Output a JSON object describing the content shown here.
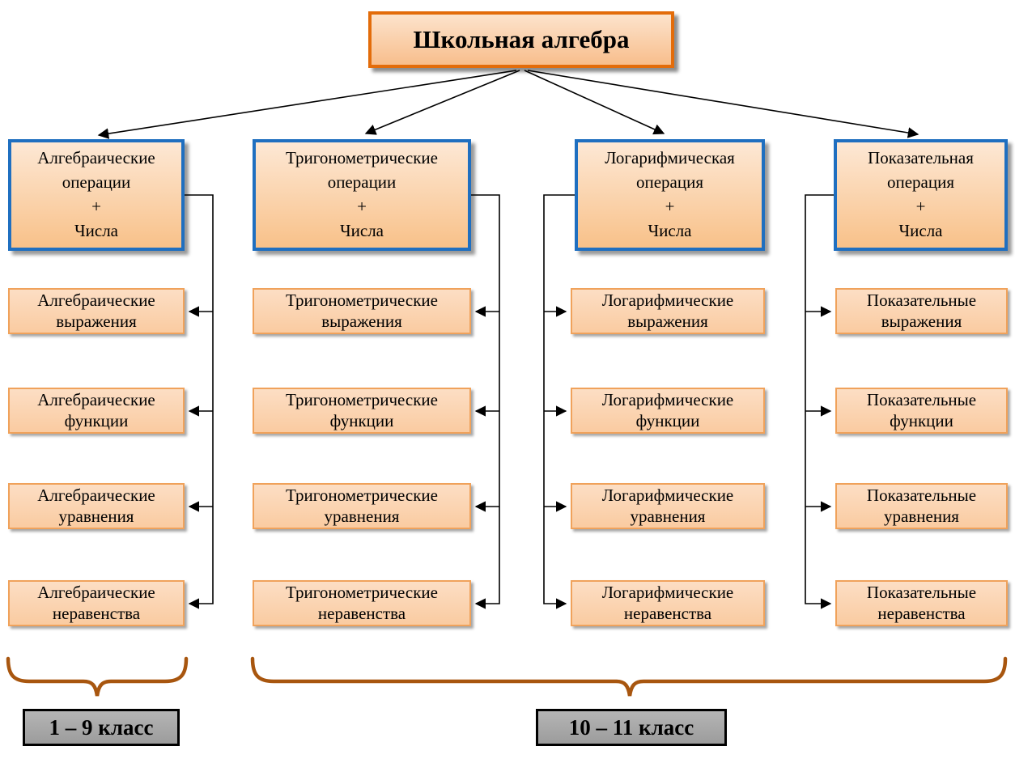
{
  "title": "Школьная алгебра",
  "columns": [
    {
      "id": "algebraic",
      "header_lines": [
        "Алгебраические",
        "операции",
        "+",
        "Числа"
      ],
      "items": [
        "Алгебраические выражения",
        "Алгебраические функции",
        "Алгебраические уравнения",
        "Алгебраические неравенства"
      ]
    },
    {
      "id": "trigonometric",
      "header_lines": [
        "Тригонометрические",
        "операции",
        "+",
        "Числа"
      ],
      "items": [
        "Тригонометрические выражения",
        "Тригонометрические функции",
        "Тригонометрические уравнения",
        "Тригонометрические неравенства"
      ]
    },
    {
      "id": "logarithmic",
      "header_lines": [
        "Логарифмическая",
        "операция",
        "+",
        "Числа"
      ],
      "items": [
        "Логарифмические выражения",
        "Логарифмические функции",
        "Логарифмические уравнения",
        "Логарифмические неравенства"
      ]
    },
    {
      "id": "exponential",
      "header_lines": [
        "Показательная",
        "операция",
        "+",
        "Числа"
      ],
      "items": [
        "Показательные выражения",
        "Показательные функции",
        "Показательные уравнения",
        "Показательные неравенства"
      ]
    }
  ],
  "grade_labels": {
    "left": "1 – 9 класс",
    "right": "10 – 11 класс"
  },
  "colors": {
    "title-border": "#E36C0A",
    "header-border": "#1F6FC0",
    "box-border": "#F0A25B",
    "brace": "#A8560F",
    "line": "#000000",
    "grade-fill": "#A6A6A6"
  }
}
